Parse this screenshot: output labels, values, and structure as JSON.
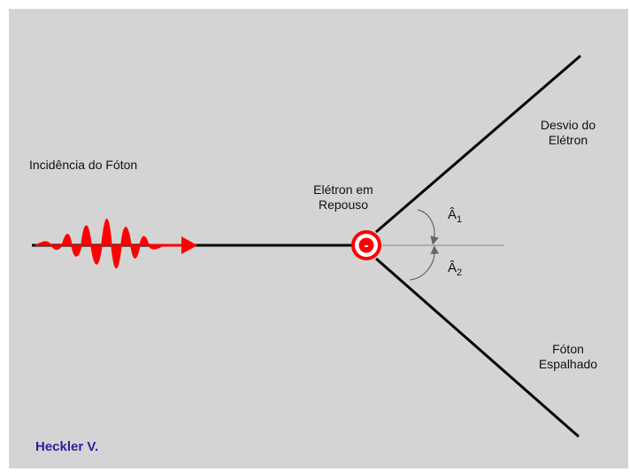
{
  "labels": {
    "incidence": "Incidência do Fóton",
    "electron_rest_line1": "Elétron em",
    "electron_rest_line2": "Repouso",
    "deflection_line1": "Desvio do",
    "deflection_line2": "Elétron",
    "scattered_line1": "Fóton",
    "scattered_line2": "Espalhado",
    "angle1_base": "Â",
    "angle1_sub": "1",
    "angle2_base": "Â",
    "angle2_sub": "2",
    "electron_sign": "-",
    "author": "Heckler V."
  },
  "colors": {
    "background": "#d4d4d4",
    "photon_wave": "#ff0000",
    "lines": "#000000",
    "reference_line": "#8a8a8a",
    "electron_ring": "#ff0000",
    "author_text": "#2a1fa0"
  }
}
